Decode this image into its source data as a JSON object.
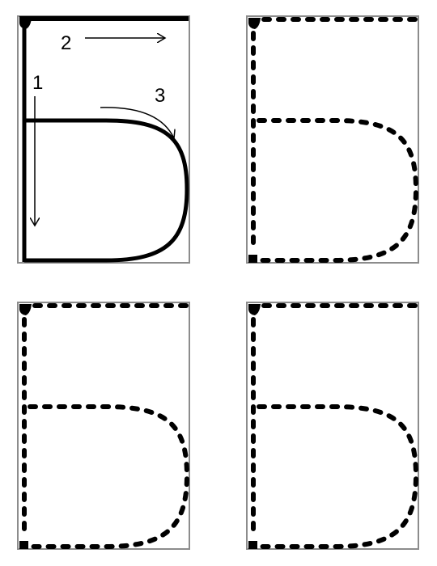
{
  "stroke_order_labels": [
    "1",
    "2",
    "3"
  ],
  "colors": {
    "ink": "#000000",
    "frame": "#8c8c8c",
    "background": "#ffffff"
  },
  "panels": [
    {
      "style": "solid-guide-with-arrows"
    },
    {
      "style": "dotted-trace"
    },
    {
      "style": "dotted-trace"
    },
    {
      "style": "dotted-trace"
    }
  ]
}
